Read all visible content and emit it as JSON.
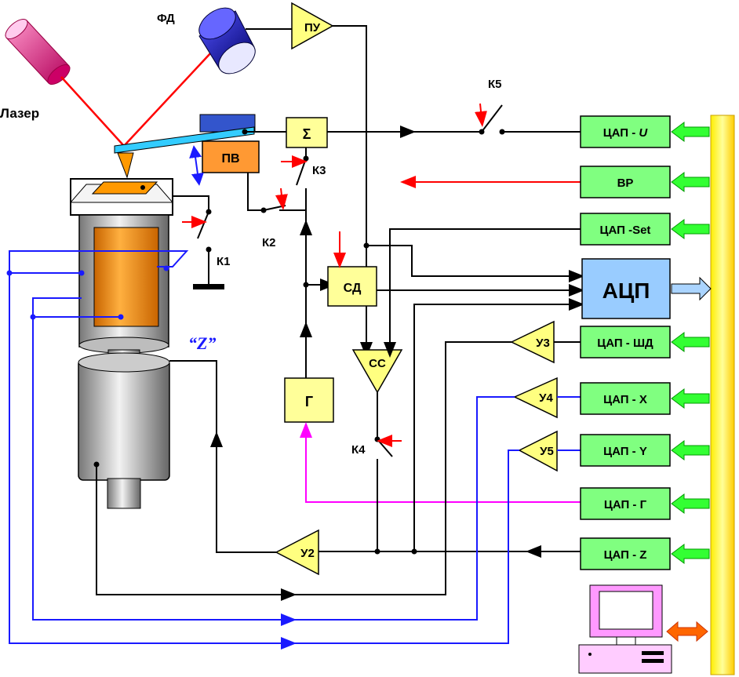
{
  "labels": {
    "laser": "Лазер",
    "photodetector": "ФД",
    "preamp": "ПУ",
    "sum": "Σ",
    "pv": "ПВ",
    "sd": "СД",
    "ss": "СС",
    "gen": "Г",
    "k1": "К1",
    "k2": "К2",
    "k3": "К3",
    "k4": "К4",
    "k5": "К5",
    "u2": "У2",
    "u3": "У3",
    "u4": "У4",
    "u5": "У5",
    "z_axis": "“Z”",
    "adc": "АЦП"
  },
  "dacs": [
    {
      "id": "dac-u",
      "prefix": "ЦАП - ",
      "suffix": "U",
      "italic_suffix": true
    },
    {
      "id": "vr",
      "prefix": "ВР",
      "suffix": "",
      "italic_suffix": false
    },
    {
      "id": "dac-set",
      "prefix": "ЦАП -Set",
      "suffix": "",
      "italic_suffix": false
    },
    {
      "id": "dac-shd",
      "prefix": "ЦАП - ШД",
      "suffix": "",
      "italic_suffix": false
    },
    {
      "id": "dac-x",
      "prefix": "ЦАП - X",
      "suffix": "",
      "italic_suffix": false
    },
    {
      "id": "dac-y",
      "prefix": "ЦАП - Y",
      "suffix": "",
      "italic_suffix": false
    },
    {
      "id": "dac-g",
      "prefix": "ЦАП - Г",
      "suffix": "",
      "italic_suffix": false
    },
    {
      "id": "dac-z",
      "prefix": "ЦАП - Z",
      "suffix": "",
      "italic_suffix": false
    }
  ],
  "colors": {
    "bus": "#ffff33",
    "dac_fill": "#80ff80",
    "adc_fill": "#99ccff",
    "laser_beam": "#ff0000",
    "scanner_wires": "#1a1aff",
    "generator_wire": "#ff00ff",
    "piezo": "#ff9900"
  }
}
